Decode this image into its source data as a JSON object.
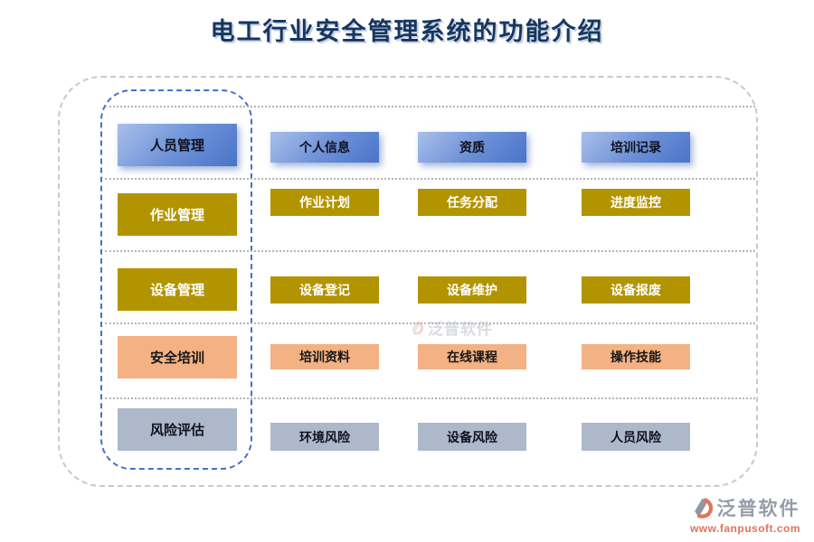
{
  "title": "电工行业安全管理系统的功能介绍",
  "colors": {
    "blue_accent": "#4472C4",
    "blue_gradient_light": "#A9BFE9",
    "gold": "#B29400",
    "peach": "#F4B183",
    "blue_gray": "#ADB9CA",
    "title_text": "#17365D",
    "frame_gray_dash": "#C9C9C9",
    "brand_url_color": "#E2735C"
  },
  "rows": [
    {
      "parent": "人员管理",
      "items": [
        "个人信息",
        "资质",
        "培训记录"
      ]
    },
    {
      "parent": "作业管理",
      "items": [
        "作业计划",
        "任务分配",
        "进度监控"
      ]
    },
    {
      "parent": "设备管理",
      "items": [
        "设备登记",
        "设备维护",
        "设备报废"
      ]
    },
    {
      "parent": "安全培训",
      "items": [
        "培训资料",
        "在线课程",
        "操作技能"
      ]
    },
    {
      "parent": "风险评估",
      "items": [
        "环境风险",
        "设备风险",
        "人员风险"
      ]
    }
  ],
  "watermark": {
    "text": "泛普软件"
  },
  "footer": {
    "brand": "泛普软件",
    "url": "www.fanpusoft.com"
  }
}
